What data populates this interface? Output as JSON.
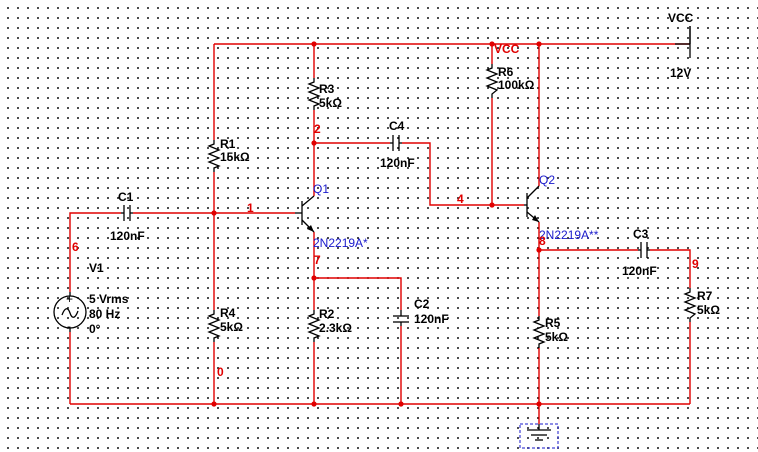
{
  "supply": {
    "name": "VCC",
    "rail_label": "VCC",
    "voltage": "12V"
  },
  "source": {
    "ref": "V1",
    "amplitude": "5 Vrms",
    "frequency": "80 Hz",
    "phase": "0°",
    "plus": "+",
    "minus": "-"
  },
  "resistors": [
    {
      "ref": "R1",
      "value": "15kΩ"
    },
    {
      "ref": "R2",
      "value": "2.3kΩ"
    },
    {
      "ref": "R3",
      "value": "5kΩ"
    },
    {
      "ref": "R4",
      "value": "5kΩ"
    },
    {
      "ref": "R5",
      "value": "5kΩ"
    },
    {
      "ref": "R6",
      "value": "100kΩ"
    },
    {
      "ref": "R7",
      "value": "5kΩ"
    }
  ],
  "capacitors": [
    {
      "ref": "C1",
      "value": "120nF"
    },
    {
      "ref": "C2",
      "value": "120nF"
    },
    {
      "ref": "C3",
      "value": "120nF"
    },
    {
      "ref": "C4",
      "value": "120nF"
    }
  ],
  "transistors": [
    {
      "ref": "Q1",
      "model": "2N2219A*"
    },
    {
      "ref": "Q2",
      "model": "2N2219A**"
    }
  ],
  "nets": [
    "0",
    "1",
    "2",
    "4",
    "6",
    "7",
    "8",
    "9"
  ],
  "colors": {
    "wire": "#e00000",
    "component": "#000000",
    "model_text": "#1a1acc",
    "grid_dot": "#1a1a1a"
  }
}
